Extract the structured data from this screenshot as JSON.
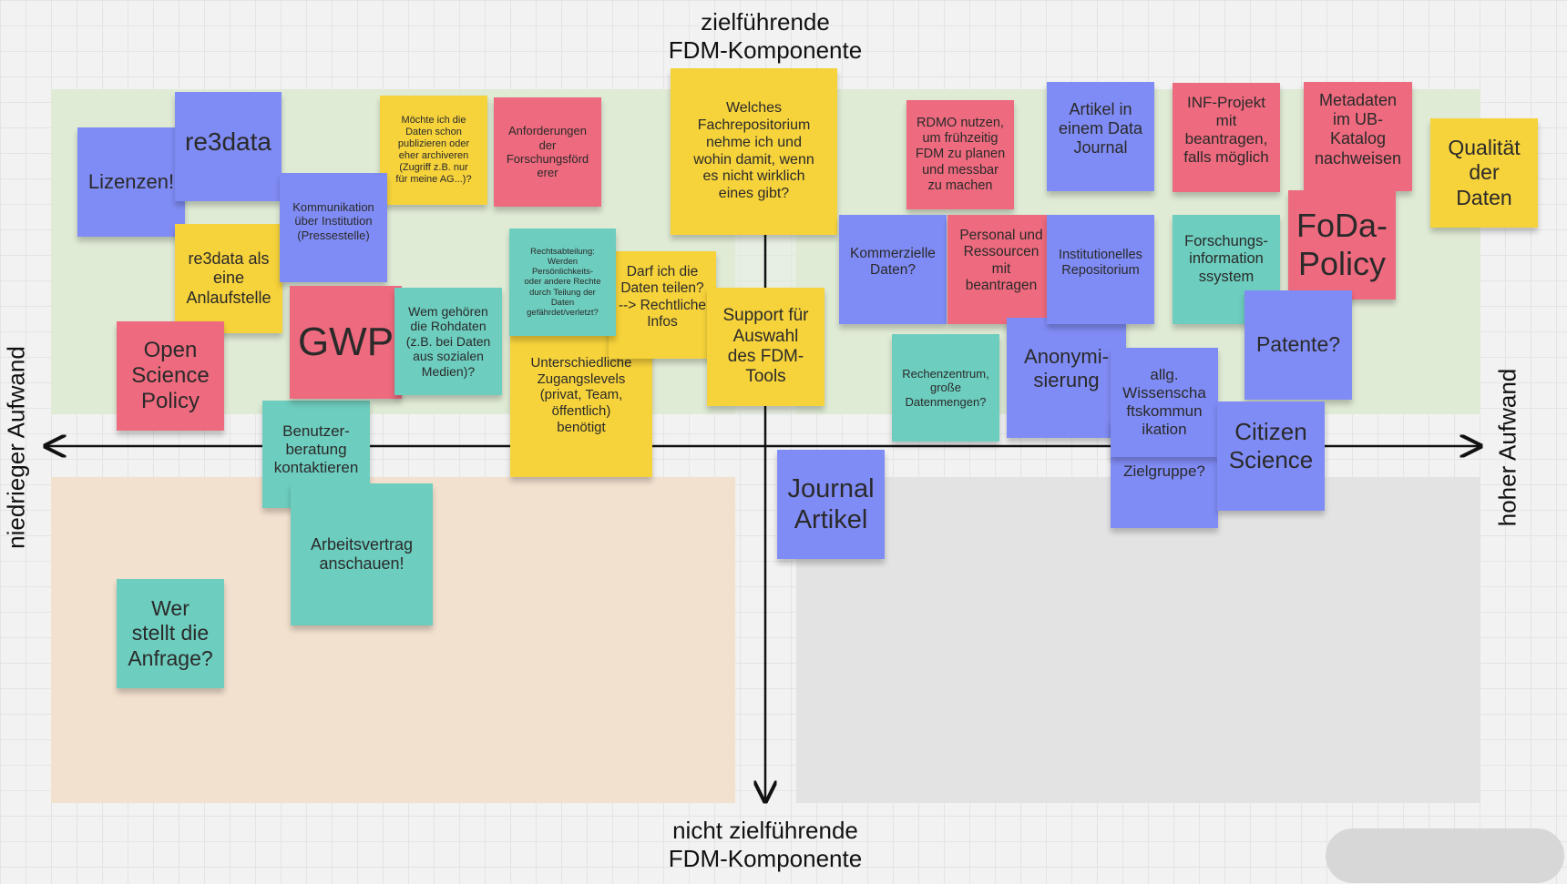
{
  "axes": {
    "top": "zielführende\nFDM-Komponente",
    "bottom": "nicht zielführende\nFDM-Komponente",
    "left": "niedrieger Aufwand",
    "right": "hoher Aufwand"
  },
  "colors": {
    "yellow": "#f6d23b",
    "blue": "#808cf5",
    "red": "#ee6a7e",
    "teal": "#6dcdbe",
    "quadrant_top": "#dfebd5",
    "quadrant_bottom_left": "#f3e1cf",
    "quadrant_bottom_right": "#e3e3e3"
  },
  "notes": {
    "lizenzen": "Lizenzen!",
    "re3data": "re3data",
    "re3data_anlauf": "re3data als\neine\nAnlaufstelle",
    "kommunikation": "Kommunikation\nüber Institution\n(Pressestelle)",
    "publizieren": "Möchte ich die\nDaten schon\npublizieren oder\neher archiveren\n(Zugriff z.B. nur\nfür meine AG...)?",
    "anforderungen": "Anforderungen\nder\nForschungsförd\nerer",
    "fachrepo": "Welches\nFachrepositorium\nnehme ich und\nwohin damit, wenn\nes nicht wirklich\neines gibt?",
    "rechtsabteilung": "Rechtsabteilung:\nWerden\nPersönlichkeits-\noder andere Rechte\ndurch Teilung der\nDaten\ngefährdet/verletzt?",
    "darf_teilen": "Darf ich die\nDaten teilen?\n--> Rechtliche\nInfos",
    "support": "Support für\nAuswahl\ndes FDM-\nTools",
    "gwp": "GWP",
    "rohdaten": "Wem gehören\ndie Rohdaten\n(z.B. bei Daten\naus sozialen\nMedien)?",
    "open_science": "Open\nScience\nPolicy",
    "zugangslevels": "Unterschiedliche\nZugangslevels\n(privat, Team,\nöffentlich)\nbenötigt",
    "benutzerberatung": "Benutzer-\nberatung\nkontaktieren",
    "arbeitsvertrag": "Arbeitsvertrag\nanschauen!",
    "wer_stellt": "Wer\nstellt die\nAnfrage?",
    "rdmo": "RDMO nutzen,\num frühzeitig\nFDM zu planen\nund messbar\nzu machen",
    "artikel_data_journal": "Artikel in\neinem Data\nJournal",
    "inf_projekt": "INF-Projekt\nmit\nbeantragen,\nfalls möglich",
    "metadaten": "Metadaten\nim UB-\nKatalog\nnachweisen",
    "qualitaet": "Qualität\nder\nDaten",
    "kommerzielle": "Kommerzielle\nDaten?",
    "personal": "Personal und\nRessourcen\nmit\nbeantragen",
    "inst_repo": "Institutionelles\nRepositorium",
    "forschungsinfo": "Forschungs-\ninformation\nssystem",
    "foda": "FoDa-\nPolicy",
    "patente": "Patente?",
    "rechenzentrum": "Rechenzentrum,\ngroße\nDatenmengen?",
    "anonymisierung": "Anonymi-\nsierung",
    "wisskomm": "allg.\nWissenscha\nftskommun\nikation",
    "zielgruppe": "Zielgruppe?",
    "citizen": "Citizen\nScience",
    "journal_artikel": "Journal\nArtikel"
  }
}
